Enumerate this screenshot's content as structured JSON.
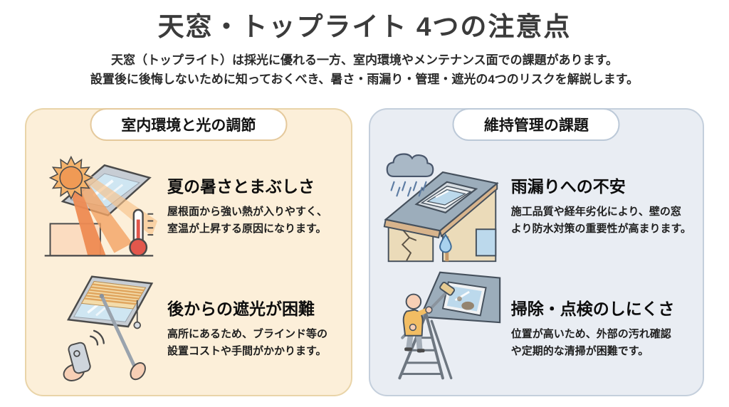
{
  "page": {
    "title": "天窓・トップライト 4つの注意点",
    "subtitle_line1": "天窓（トップライト）は採光に優れる一方、室内環境やメンテナンス面での課題があります。",
    "subtitle_line2": "設置後に後悔しないために知っておくべき、暑さ・雨漏り・管理・遮光の4つのリスクを解説します。"
  },
  "panels": [
    {
      "header": "室内環境と光の調節",
      "items": [
        {
          "title": "夏の暑さとまぶしさ",
          "desc1": "屋根面から強い熱が入りやすく、",
          "desc2": "室温が上昇する原因になります。",
          "icon": "sun-heat-skylight-thermometer-icon"
        },
        {
          "title": "後からの遮光が困難",
          "desc1": "高所にあるため、ブラインド等の",
          "desc2": "設置コストや手間がかかります。",
          "icon": "skylight-blinds-remote-pole-icon"
        }
      ]
    },
    {
      "header": "維持管理の課題",
      "items": [
        {
          "title": "雨漏りへの不安",
          "desc1": "施工品質や経年劣化により、壁の窓",
          "desc2": "より防水対策の重要性が高まります。",
          "icon": "rain-cloud-roof-leak-icon"
        },
        {
          "title": "掃除・点検のしにくさ",
          "desc1": "位置が高いため、外部の汚れ確認",
          "desc2": "や定期的な清掃が困難です。",
          "icon": "ladder-cleaning-skylight-icon"
        }
      ]
    }
  ],
  "colors": {
    "left_panel_bg": "#FCEFD9",
    "left_panel_border": "#E9D4A8",
    "right_panel_bg": "#E9EDF3",
    "right_panel_border": "#C4CFDC",
    "heading_text": "#3B3B3B",
    "body_text": "#1F1F1F",
    "sun_orange": "#F09A55",
    "ray_orange": "#EE8A52",
    "glass_blue": "#BCD9EC",
    "wall_tan": "#EBDBB9",
    "cloud_gray": "#A9B8C6"
  }
}
